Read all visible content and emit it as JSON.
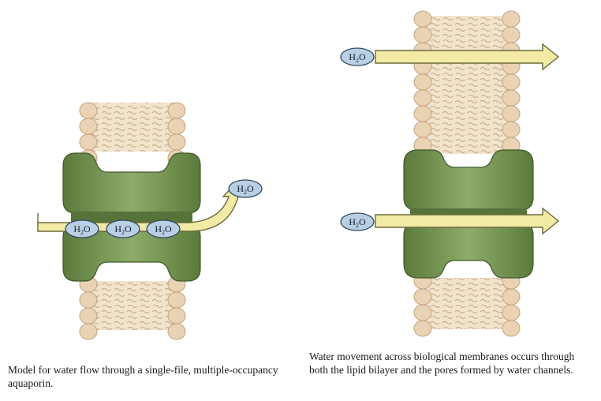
{
  "h2o": {
    "text": "H2O",
    "main": "H",
    "sub": "2",
    "tail": "O"
  },
  "captions": {
    "left": "Model for water flow through a single-file, multiple-occupancy aquaporin.",
    "right": "Water movement across biological membranes occurs through both the lipid bilayer and the pores formed by water channels."
  },
  "colors": {
    "lipid_head": "#e9d3b4",
    "lipid_outline": "#c3a37e",
    "channel": "#7c9a58",
    "channel_light": "#9fb57d",
    "channel_dark": "#4d6a33",
    "arrow": "#f3eaa6",
    "arrow_outline": "#6b6b3a",
    "h2o_fill": "#b9cfe3",
    "h2o_outline": "#2f4a63"
  }
}
